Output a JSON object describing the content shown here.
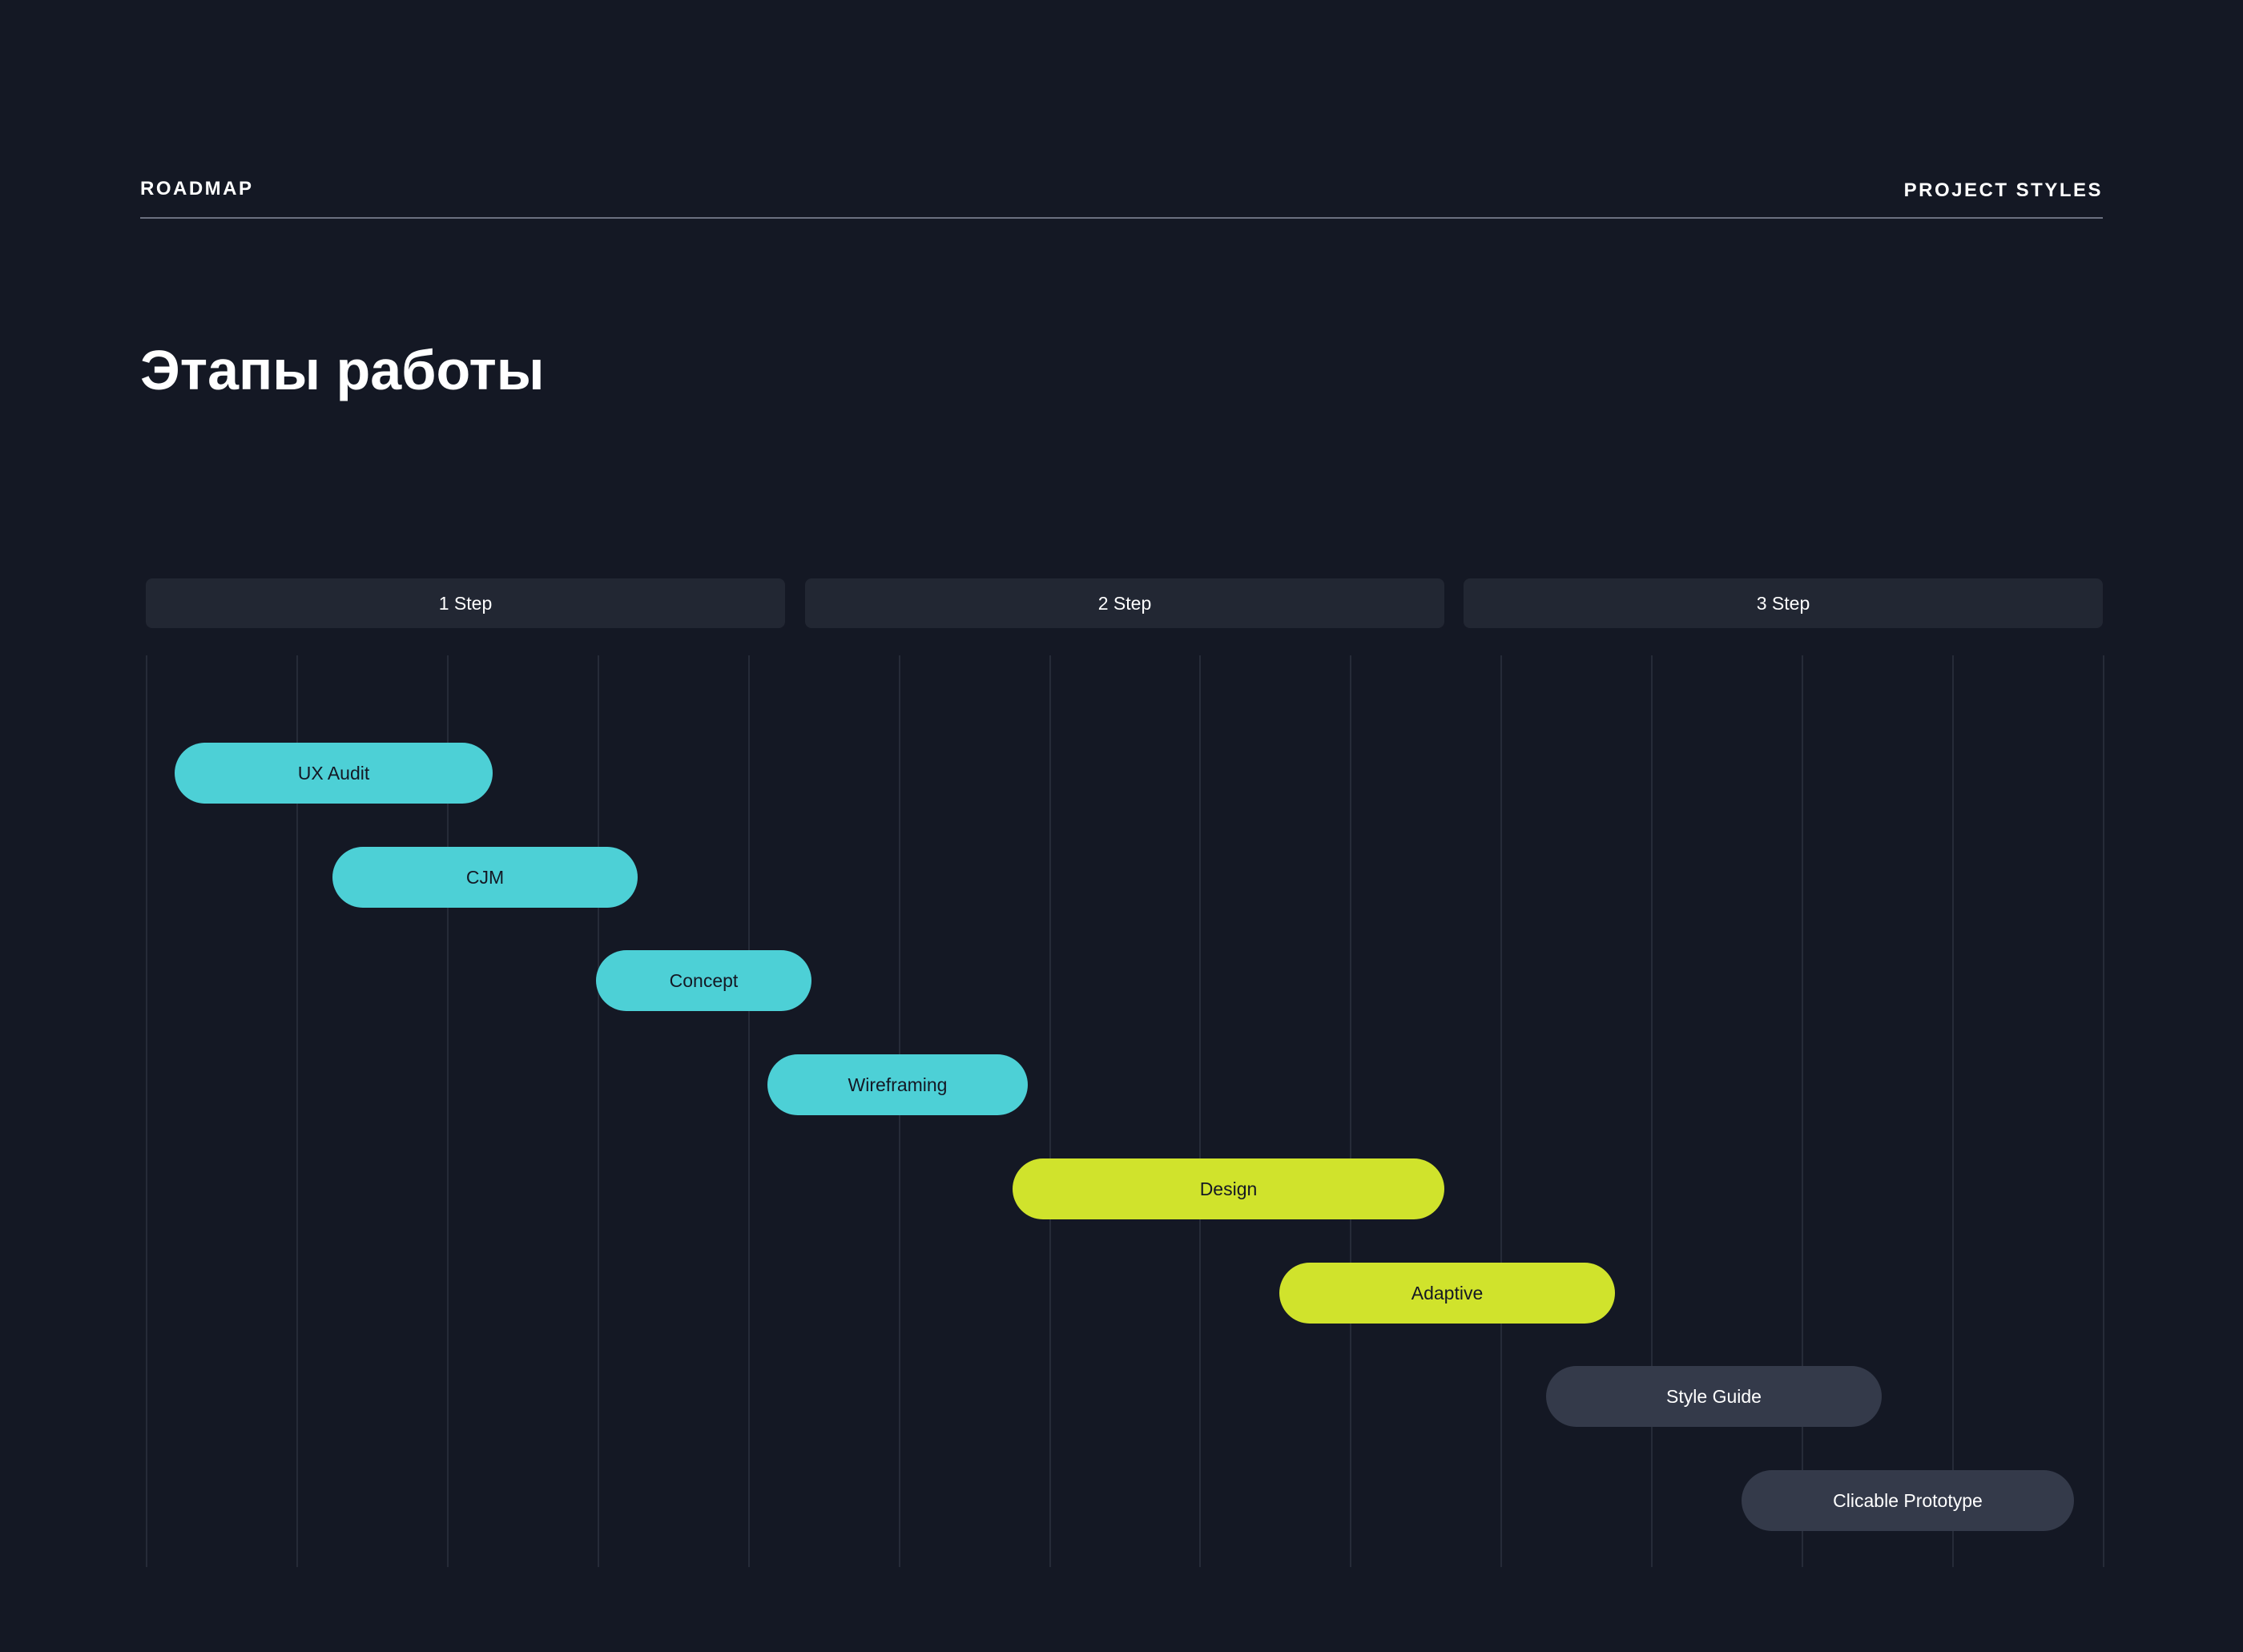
{
  "header": {
    "left_label": "ROADMAP",
    "right_label": "PROJECT STYLES"
  },
  "title": "Этапы работы",
  "steps": [
    {
      "label": "1 Step"
    },
    {
      "label": "2 Step"
    },
    {
      "label": "3 Step"
    }
  ],
  "colors": {
    "background": "#141824",
    "cyan": "#4dd0d6",
    "lime": "#d0e32c",
    "slate": "#343a4a",
    "step_bg": "#222733"
  },
  "timeline": {
    "columns": 13,
    "tasks": [
      {
        "label": "UX Audit",
        "start": 0.19,
        "end": 2.3,
        "color": "cyan"
      },
      {
        "label": "CJM",
        "start": 1.24,
        "end": 3.27,
        "color": "cyan"
      },
      {
        "label": "Concept",
        "start": 2.99,
        "end": 4.42,
        "color": "cyan"
      },
      {
        "label": "Wireframing",
        "start": 4.13,
        "end": 5.86,
        "color": "cyan"
      },
      {
        "label": "Design",
        "start": 5.76,
        "end": 8.63,
        "color": "lime"
      },
      {
        "label": "Adaptive",
        "start": 7.53,
        "end": 9.76,
        "color": "lime"
      },
      {
        "label": "Style Guide",
        "start": 9.3,
        "end": 11.53,
        "color": "slate"
      },
      {
        "label": "Clicable Prototype",
        "start": 10.6,
        "end": 12.81,
        "color": "slate"
      }
    ]
  }
}
